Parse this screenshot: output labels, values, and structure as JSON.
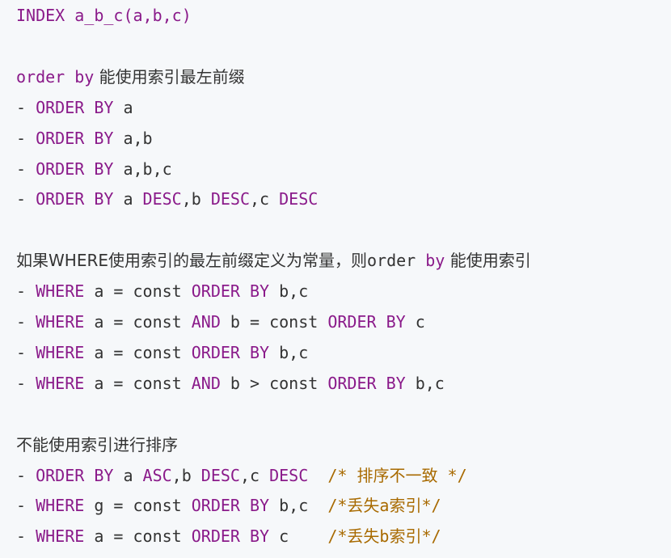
{
  "code": {
    "lines": [
      [
        {
          "t": "INDEX a_b_c(a,b,c)",
          "k": "kw-index"
        }
      ],
      [],
      [
        {
          "t": "order by",
          "k": "kw"
        },
        {
          "t": " 能使用索引最左前缀",
          "k": "zh"
        }
      ],
      [
        {
          "t": "- ",
          "k": "pl"
        },
        {
          "t": "ORDER BY",
          "k": "kw"
        },
        {
          "t": " a",
          "k": "pl"
        }
      ],
      [
        {
          "t": "- ",
          "k": "pl"
        },
        {
          "t": "ORDER BY",
          "k": "kw"
        },
        {
          "t": " a,b",
          "k": "pl"
        }
      ],
      [
        {
          "t": "- ",
          "k": "pl"
        },
        {
          "t": "ORDER BY",
          "k": "kw"
        },
        {
          "t": " a,b,c",
          "k": "pl"
        }
      ],
      [
        {
          "t": "- ",
          "k": "pl"
        },
        {
          "t": "ORDER BY",
          "k": "kw"
        },
        {
          "t": " a ",
          "k": "pl"
        },
        {
          "t": "DESC",
          "k": "kw"
        },
        {
          "t": ",b ",
          "k": "pl"
        },
        {
          "t": "DESC",
          "k": "kw"
        },
        {
          "t": ",c ",
          "k": "pl"
        },
        {
          "t": "DESC",
          "k": "kw"
        }
      ],
      [],
      [
        {
          "t": "如果WHERE使用索引的最左前缀定义为常量，则",
          "k": "zh"
        },
        {
          "t": "order",
          "k": "pl"
        },
        {
          "t": " ",
          "k": "pl"
        },
        {
          "t": "by",
          "k": "kw"
        },
        {
          "t": " 能使用索引",
          "k": "zh"
        }
      ],
      [
        {
          "t": "- ",
          "k": "pl"
        },
        {
          "t": "WHERE",
          "k": "kw"
        },
        {
          "t": " a = const ",
          "k": "pl"
        },
        {
          "t": "ORDER BY",
          "k": "kw"
        },
        {
          "t": " b,c",
          "k": "pl"
        }
      ],
      [
        {
          "t": "- ",
          "k": "pl"
        },
        {
          "t": "WHERE",
          "k": "kw"
        },
        {
          "t": " a = const ",
          "k": "pl"
        },
        {
          "t": "AND",
          "k": "kw"
        },
        {
          "t": " b = const ",
          "k": "pl"
        },
        {
          "t": "ORDER BY",
          "k": "kw"
        },
        {
          "t": " c",
          "k": "pl"
        }
      ],
      [
        {
          "t": "- ",
          "k": "pl"
        },
        {
          "t": "WHERE",
          "k": "kw"
        },
        {
          "t": " a = const ",
          "k": "pl"
        },
        {
          "t": "ORDER BY",
          "k": "kw"
        },
        {
          "t": " b,c",
          "k": "pl"
        }
      ],
      [
        {
          "t": "- ",
          "k": "pl"
        },
        {
          "t": "WHERE",
          "k": "kw"
        },
        {
          "t": " a = const ",
          "k": "pl"
        },
        {
          "t": "AND",
          "k": "kw"
        },
        {
          "t": " b > const ",
          "k": "pl"
        },
        {
          "t": "ORDER BY",
          "k": "kw"
        },
        {
          "t": " b,c",
          "k": "pl"
        }
      ],
      [],
      [
        {
          "t": "不能使用索引进行排序",
          "k": "zh"
        }
      ],
      [
        {
          "t": "- ",
          "k": "pl"
        },
        {
          "t": "ORDER BY",
          "k": "kw"
        },
        {
          "t": " a ",
          "k": "pl"
        },
        {
          "t": "ASC",
          "k": "kw"
        },
        {
          "t": ",b ",
          "k": "pl"
        },
        {
          "t": "DESC",
          "k": "kw"
        },
        {
          "t": ",c ",
          "k": "pl"
        },
        {
          "t": "DESC",
          "k": "kw"
        },
        {
          "t": "  ",
          "k": "pl"
        },
        {
          "t": "/* 排序不一致 */",
          "k": "cm"
        }
      ],
      [
        {
          "t": "- ",
          "k": "pl"
        },
        {
          "t": "WHERE",
          "k": "kw"
        },
        {
          "t": " g = const ",
          "k": "pl"
        },
        {
          "t": "ORDER BY",
          "k": "kw"
        },
        {
          "t": " b,c  ",
          "k": "pl"
        },
        {
          "t": "/*丢失a索引*/",
          "k": "cm"
        }
      ],
      [
        {
          "t": "- ",
          "k": "pl"
        },
        {
          "t": "WHERE",
          "k": "kw"
        },
        {
          "t": " a = const ",
          "k": "pl"
        },
        {
          "t": "ORDER BY",
          "k": "kw"
        },
        {
          "t": " c    ",
          "k": "pl"
        },
        {
          "t": "/*丢失b索引*/",
          "k": "cm"
        }
      ]
    ]
  },
  "colors": {
    "keyword": "#8a1a8a",
    "comment": "#a86a00",
    "plain": "#333333",
    "background": "#f6f8fa"
  }
}
